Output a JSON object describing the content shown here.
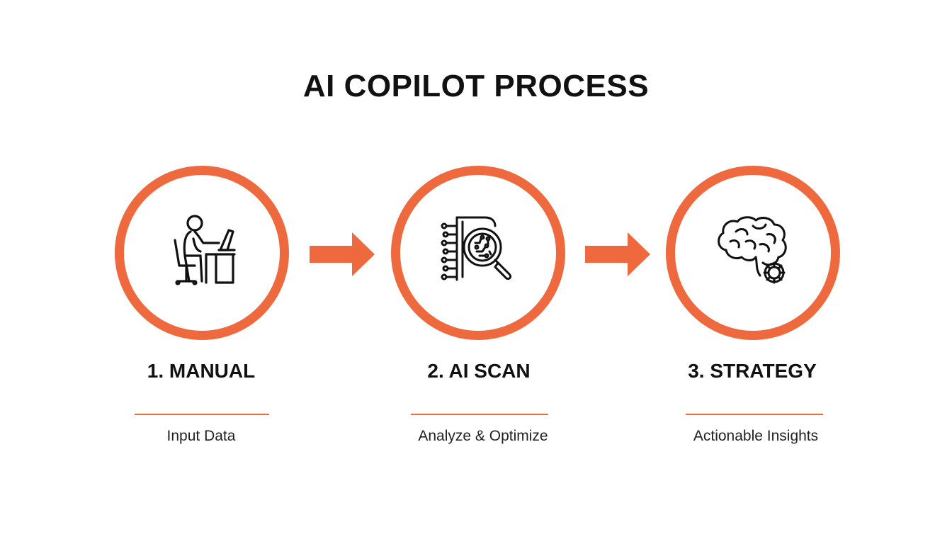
{
  "title": "AI COPILOT PROCESS",
  "accent_color": "#ee6a3e",
  "steps": [
    {
      "title": "1. MANUAL",
      "description": "Input Data",
      "icon": "person-at-desk-icon"
    },
    {
      "title": "2. AI SCAN",
      "description": "Analyze & Optimize",
      "icon": "magnifier-circuit-icon"
    },
    {
      "title": "3. STRATEGY",
      "description": "Actionable Insights",
      "icon": "brain-gear-icon"
    }
  ]
}
